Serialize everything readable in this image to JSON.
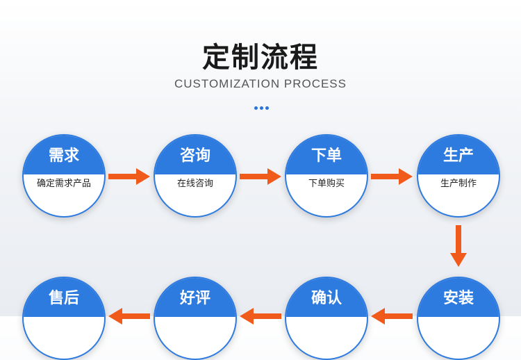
{
  "header": {
    "title": "定制流程",
    "subtitle": "CUSTOMIZATION PROCESS"
  },
  "steps": [
    {
      "title": "需求",
      "desc": "确定需求产品"
    },
    {
      "title": "咨询",
      "desc": "在线咨询"
    },
    {
      "title": "下单",
      "desc": "下单购买"
    },
    {
      "title": "生产",
      "desc": "生产制作"
    },
    {
      "title": "安装",
      "desc": ""
    },
    {
      "title": "确认",
      "desc": ""
    },
    {
      "title": "好评",
      "desc": ""
    },
    {
      "title": "售后",
      "desc": ""
    }
  ],
  "colors": {
    "accent": "#2e7be0",
    "arrow": "#f05a1a"
  }
}
